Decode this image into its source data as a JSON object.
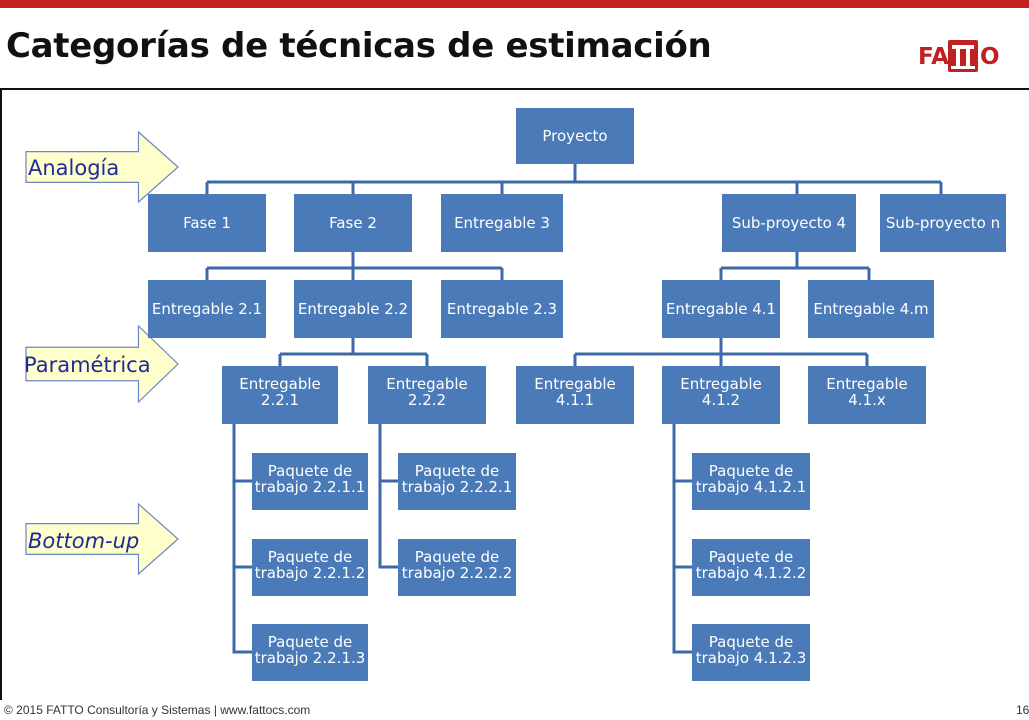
{
  "slide": {
    "title": "Categorías de técnicas de estimación",
    "logo_text": "FATTO",
    "footer": "© 2015 FATTO Consultoría y Sistemas | www.fattocs.com",
    "page_number": "16"
  },
  "arrows": [
    {
      "label": "Analogía",
      "italic": false
    },
    {
      "label": "Paramétrica",
      "italic": false
    },
    {
      "label": "Bottom-up",
      "italic": true
    }
  ],
  "nodes": {
    "root": [
      "Proyecto"
    ],
    "fase1": [
      "Fase 1"
    ],
    "fase2": [
      "Fase 2"
    ],
    "ent3": [
      "Entregable 3"
    ],
    "sub4": [
      "Sub-proyecto 4"
    ],
    "subn": [
      "Sub-proyecto n"
    ],
    "e21": [
      "Entregable 2.1"
    ],
    "e22": [
      "Entregable 2.2"
    ],
    "e23": [
      "Entregable 2.3"
    ],
    "e41": [
      "Entregable 4.1"
    ],
    "e4m": [
      "Entregable 4.m"
    ],
    "e221": [
      "Entregable",
      "2.2.1"
    ],
    "e222": [
      "Entregable",
      "2.2.2"
    ],
    "e411": [
      "Entregable",
      "4.1.1"
    ],
    "e412": [
      "Entregable",
      "4.1.2"
    ],
    "e41x": [
      "Entregable",
      "4.1.x"
    ],
    "p2211": [
      "Paquete de",
      "trabajo 2.2.1.1"
    ],
    "p2212": [
      "Paquete de",
      "trabajo 2.2.1.2"
    ],
    "p2213": [
      "Paquete de",
      "trabajo 2.2.1.3"
    ],
    "p2221": [
      "Paquete de",
      "trabajo 2.2.2.1"
    ],
    "p2222": [
      "Paquete de",
      "trabajo 2.2.2.2"
    ],
    "p4121": [
      "Paquete de",
      "trabajo 4.1.2.1"
    ],
    "p4122": [
      "Paquete de",
      "trabajo 4.1.2.2"
    ],
    "p4123": [
      "Paquete de",
      "trabajo 4.1.2.3"
    ]
  },
  "colors": {
    "node_fill": "#4a7ab8",
    "line": "#3c6aa8",
    "arrow_fill": "#ffffcc",
    "arrow_stroke": "#6b86c4",
    "arrow_text": "#1f2a9b",
    "brand_red": "#c0201f"
  }
}
